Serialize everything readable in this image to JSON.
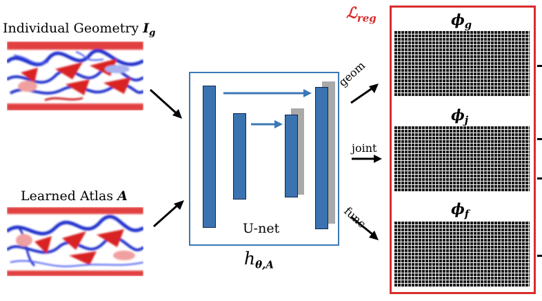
{
  "inputs": {
    "geometry": {
      "label": "Individual Geometry",
      "symbol": "I",
      "subscript": "g"
    },
    "atlas": {
      "label": "Learned Atlas",
      "symbol": "A"
    }
  },
  "network": {
    "name": "U-net",
    "function_symbol": "h",
    "function_subscript": "θ,A"
  },
  "regularization": {
    "symbol": "ℒ",
    "subscript": "reg"
  },
  "outputs": [
    {
      "arrow_label": "geom",
      "symbol": "ϕ",
      "subscript": "g"
    },
    {
      "arrow_label": "joint",
      "symbol": "ϕ",
      "subscript": "j"
    },
    {
      "arrow_label": "func",
      "symbol": "ϕ",
      "subscript": "f"
    }
  ],
  "colors": {
    "unet_border": "#3a78b5",
    "unet_bar": "#3a73b0",
    "reg_border": "#d92b2b",
    "map_positive": "#e0201f",
    "map_negative": "#1f2fd0"
  }
}
